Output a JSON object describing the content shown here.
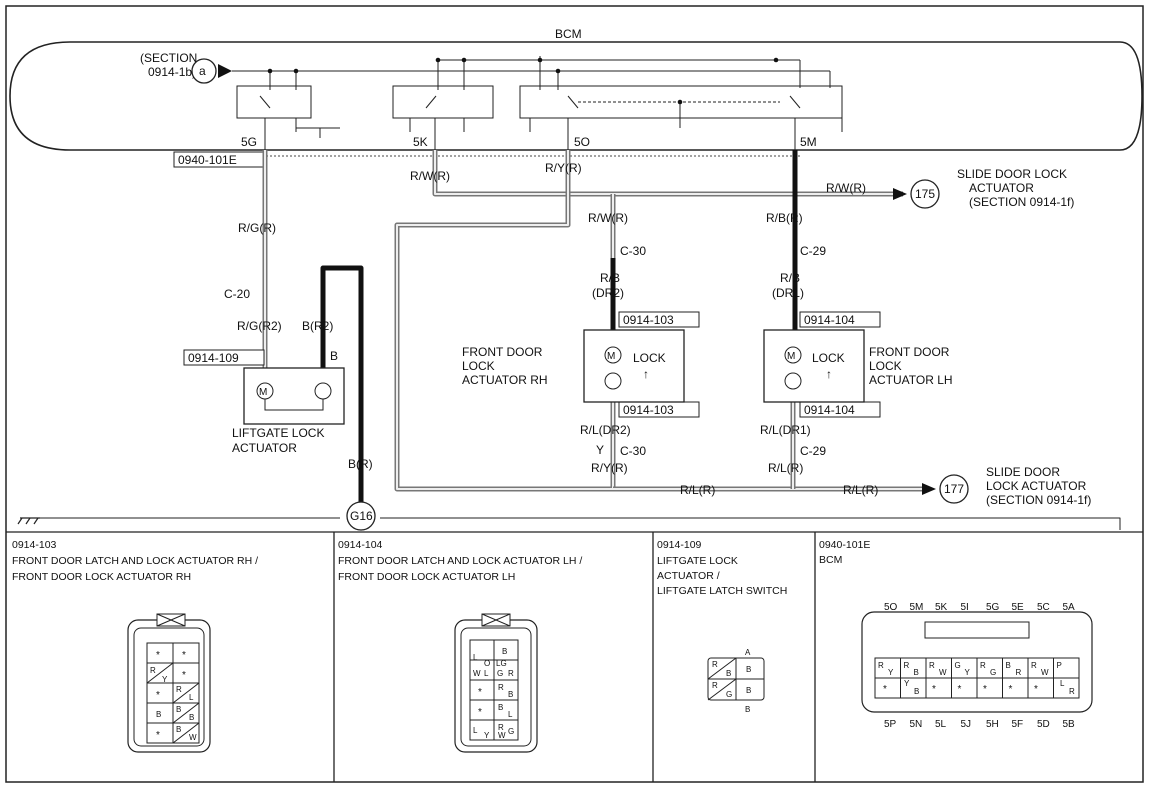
{
  "diagram": {
    "bcm_title": "BCM",
    "section_ref_top": "(SECTION",
    "section_ref_bottom": "0914-1b)",
    "connector_a": "a",
    "bcm_connector_code": "0940-101E",
    "pins": {
      "p5G": "5G",
      "p5K": "5K",
      "p5O": "5O",
      "p5M": "5M"
    },
    "wires": {
      "rw_r": "R/W(R)",
      "ry_r": "R/Y(R)",
      "rw_r_right": "R/W(R)",
      "rg_r": "R/G(R)",
      "rw_r_mid": "R/W(R)",
      "rb_r": "R/B(R)",
      "rg_r2": "R/G(R2)",
      "b_r2": "B(R2)",
      "b": "B",
      "rb_l": "R/B",
      "dr2": "(DR2)",
      "rb_r2": "R/B",
      "dr1": "(DR1)",
      "rl_dr2": "R/L(DR2)",
      "y": "Y",
      "ry_r_low": "R/Y(R)",
      "rl_dr1": "R/L(DR1)",
      "rl_r_low": "R/L(R)",
      "rl_r_mid": "R/L(R)",
      "rl_r_right": "R/L(R)",
      "b_r": "B(R)"
    },
    "connectors": {
      "c20": "C-20",
      "c30a": "C-30",
      "c29a": "C-29",
      "c30b": "C-30",
      "c29b": "C-29"
    },
    "codes": {
      "c109": "0914-109",
      "c103a": "0914-103",
      "c103b": "0914-103",
      "c104a": "0914-104",
      "c104b": "0914-104"
    },
    "ground_id": "G16",
    "ref_175": "175",
    "ref_177": "177",
    "slide_top_1": "SLIDE DOOR LOCK",
    "slide_top_2": "ACTUATOR",
    "slide_top_3": "(SECTION 0914-1f)",
    "slide_bot_1": "SLIDE DOOR",
    "slide_bot_2": "LOCK ACTUATOR",
    "slide_bot_3": "(SECTION 0914-1f)",
    "liftgate_1": "LIFTGATE LOCK",
    "liftgate_2": "ACTUATOR",
    "frh_1": "FRONT DOOR",
    "frh_2": "LOCK",
    "frh_3": "ACTUATOR RH",
    "flh_1": "FRONT DOOR",
    "flh_2": "LOCK",
    "flh_3": "ACTUATOR LH",
    "lock_rh": "LOCK",
    "lock_lh": "LOCK",
    "motor": "M",
    "arrow_up": "↑"
  },
  "panels": {
    "p1_code": "0914-103",
    "p1_t1": "FRONT DOOR LATCH AND LOCK ACTUATOR RH /",
    "p1_t2": "FRONT DOOR LOCK ACTUATOR RH",
    "p2_code": "0914-104",
    "p2_t1": "FRONT DOOR LATCH AND LOCK ACTUATOR LH /",
    "p2_t2": "FRONT DOOR LOCK ACTUATOR LH",
    "p3_code": "0914-109",
    "p3_t1": "LIFTGATE LOCK",
    "p3_t2": "ACTUATOR /",
    "p3_t3": "LIFTGATE LATCH SWITCH",
    "p4_code": "0940-101E",
    "p4_t1": "BCM"
  },
  "conn103": {
    "cells": [
      [
        "*",
        "*"
      ],
      [
        "R",
        "*"
      ],
      [
        "*",
        "R"
      ],
      [
        "B",
        "B"
      ],
      [
        "*",
        "B"
      ]
    ],
    "sub": {
      "c2": "Y",
      "c3": "L",
      "c4": "B",
      "c5": "W"
    }
  },
  "conn104": {
    "l1": "L",
    "l2": "O",
    "l3": "LG",
    "l4": "G",
    "l5": "W",
    "l6": "R",
    "l7": "L",
    "l8": "B",
    "l9": "*",
    "l10": "R",
    "l11": "B",
    "l12": "*",
    "l13": "R",
    "l14": "W",
    "l15": "L",
    "l16": "L",
    "l17": "Y",
    "l18": "G",
    "top": "B"
  },
  "conn109": {
    "a": "A",
    "b": "B",
    "c1": "R",
    "c2": "B",
    "c3": "B",
    "c4": "R",
    "c5": "G",
    "c6": "B"
  },
  "bcmconn": {
    "top_pins": [
      "5O",
      "5M",
      "5K",
      "5I",
      "5G",
      "5E",
      "5C",
      "5A"
    ],
    "bot_pins": [
      "5P",
      "5N",
      "5L",
      "5J",
      "5H",
      "5F",
      "5D",
      "5B"
    ],
    "r1": [
      "R",
      "Y",
      "R",
      "B",
      "R",
      "W",
      "G",
      "Y",
      "R",
      "G",
      "B",
      "R",
      "R",
      "W",
      "P"
    ],
    "r2": [
      "*",
      "Y",
      "B",
      "*",
      "*",
      "*",
      "*",
      "*",
      "L",
      "R"
    ]
  }
}
